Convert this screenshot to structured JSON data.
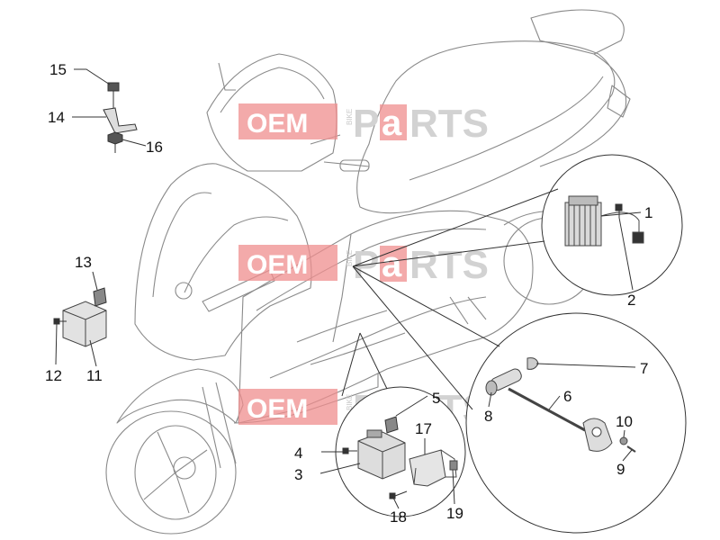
{
  "watermark": {
    "oem": "OEM",
    "bike": "BIKE",
    "p": "P",
    "a": "a",
    "rts": "RTS",
    "box_color": "#ef8d8d",
    "text_color": "#d2d2d2"
  },
  "callouts": {
    "c1": "1",
    "c2": "2",
    "c3": "3",
    "c4": "4",
    "c5": "5",
    "c6": "6",
    "c7": "7",
    "c8": "8",
    "c9": "9",
    "c10": "10",
    "c11": "11",
    "c12": "12",
    "c13": "13",
    "c14": "14",
    "c15": "15",
    "c16": "16",
    "c17": "17",
    "c18": "18",
    "c19": "19"
  },
  "colors": {
    "line": "#333333",
    "faint": "#8a8a8a",
    "part": "#555555",
    "fill": "#e9e9e9"
  }
}
